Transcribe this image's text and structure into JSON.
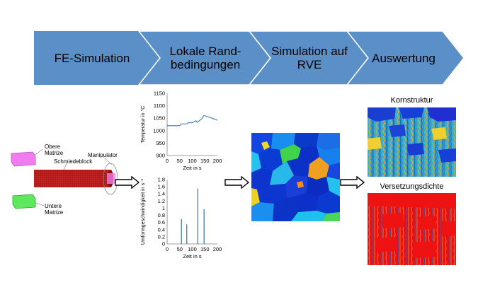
{
  "process_steps": [
    {
      "label": "FE-Simulation"
    },
    {
      "label": "Lokale Rand-\nbedingungen"
    },
    {
      "label": "Simulation auf\nRVE"
    },
    {
      "label": "Auswertung"
    }
  ],
  "fe_model": {
    "upper_die": "Obere\nMatrize",
    "lower_die": "Untere\nMatrize",
    "forging_block": "Schmiedeblock",
    "manipulator": "Manipulator"
  },
  "colors": {
    "arrow_fill": "#5b8fc7",
    "arrow_stroke": "#ffffff",
    "upper_die": "#f07df0",
    "lower_die": "#5ee85e",
    "block": "#b01818",
    "line": "#4f81bd"
  },
  "chart_data": [
    {
      "type": "line",
      "xlabel": "Zeit in s",
      "ylabel": "Temperatur in °C",
      "xlim": [
        0,
        200
      ],
      "ylim": [
        900,
        1150
      ],
      "xticks": [
        0,
        50,
        100,
        150,
        200
      ],
      "yticks": [
        900,
        950,
        1000,
        1050,
        1100,
        1150
      ],
      "series": [
        {
          "x": [
            0,
            50,
            55,
            80,
            85,
            100,
            115,
            120,
            140,
            145,
            150,
            165,
            195,
            200
          ],
          "values": [
            1020,
            1020,
            1027,
            1027,
            1032,
            1032,
            1040,
            1033,
            1050,
            1060,
            1060,
            1055,
            1044,
            1042
          ]
        }
      ]
    },
    {
      "type": "bar",
      "xlabel": "Zeit in s",
      "ylabel": "Umformgeschwindigkeit in s⁻¹",
      "xlim": [
        0,
        200
      ],
      "ylim": [
        0,
        1.8
      ],
      "xticks": [
        0,
        50,
        100,
        150,
        200
      ],
      "yticks": [
        "0",
        "0.2",
        "0.4",
        "0.6",
        "0.8",
        "1",
        "1.2",
        "1.4",
        "1.6",
        "1.8"
      ],
      "x": [
        57,
        78,
        122,
        147
      ],
      "values": [
        0.7,
        0.55,
        1.55,
        0.97
      ]
    }
  ],
  "results": {
    "grain_structure_title": "Kornstruktur",
    "dislocation_density_title": "Versetzungsdichte"
  }
}
